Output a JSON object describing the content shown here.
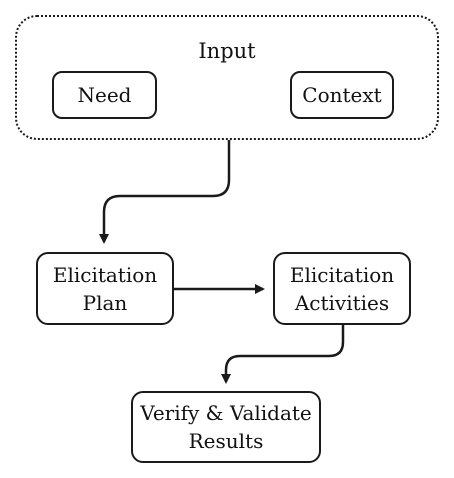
{
  "diagram": {
    "input_group": {
      "title": "Input",
      "need": "Need",
      "context": "Context"
    },
    "elicitation_plan": {
      "line1": "Elicitation",
      "line2": "Plan"
    },
    "elicitation_activities": {
      "line1": "Elicitation",
      "line2": "Activities"
    },
    "verify_validate": {
      "line1": "Verify & Validate",
      "line2": "Results"
    },
    "edges": [
      {
        "from": "Input",
        "to": "Elicitation Plan"
      },
      {
        "from": "Elicitation Plan",
        "to": "Elicitation Activities"
      },
      {
        "from": "Elicitation Activities",
        "to": "Verify & Validate Results"
      }
    ]
  }
}
